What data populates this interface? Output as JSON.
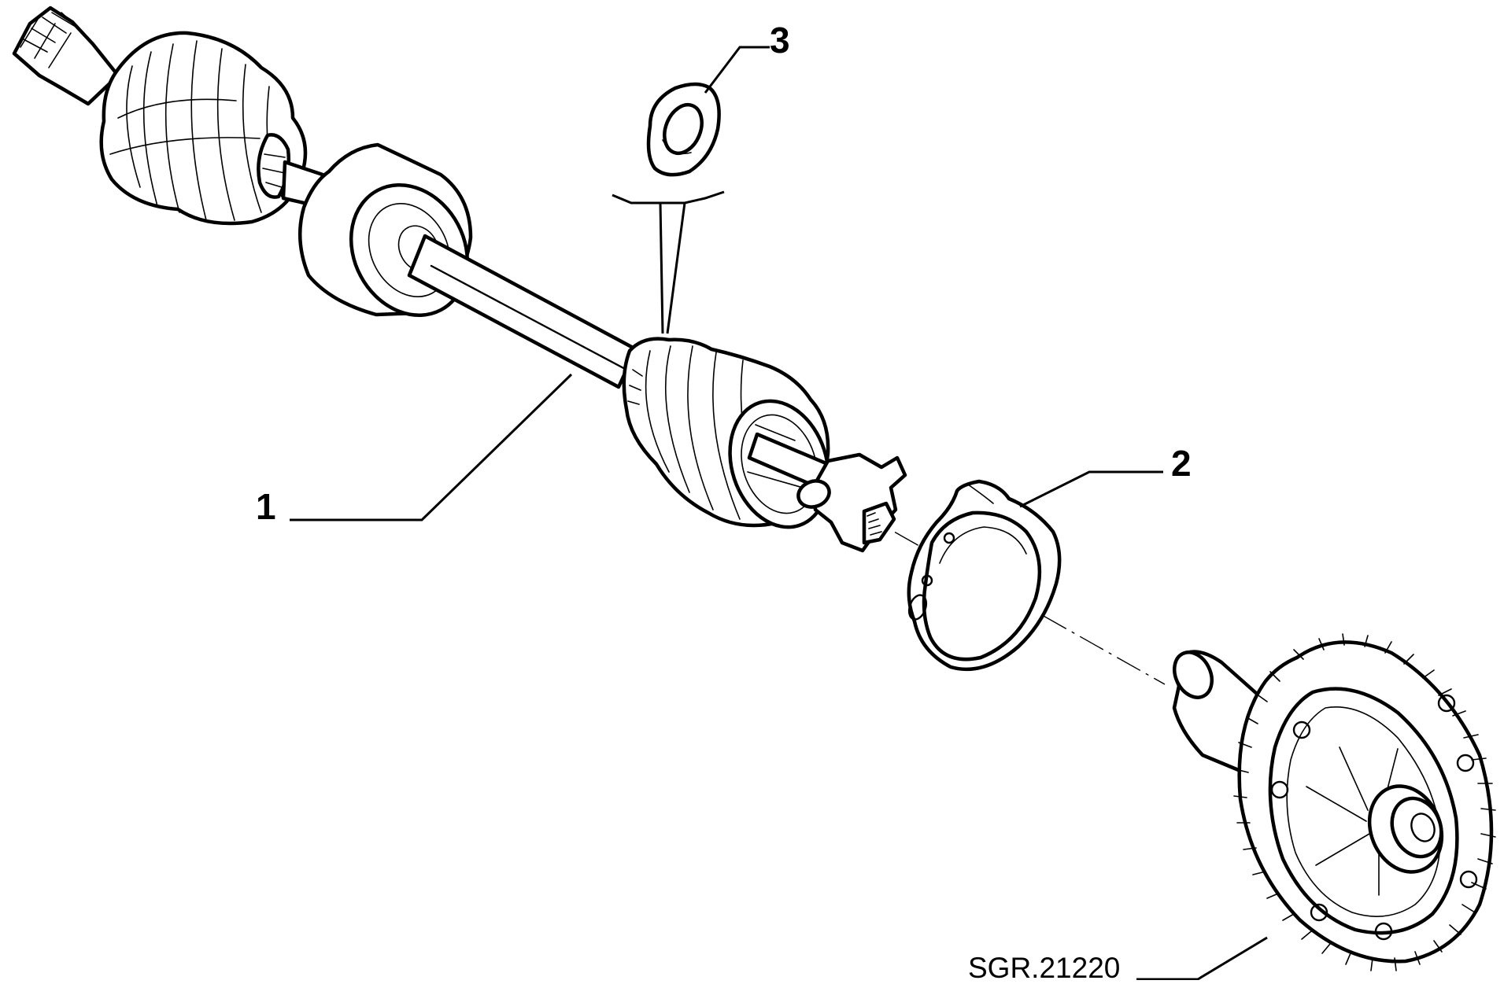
{
  "callouts": {
    "part_1": "1",
    "part_2": "2",
    "part_3": "3"
  },
  "reference_code": "SGR.21220",
  "colors": {
    "line": "#000000",
    "background": "#ffffff"
  }
}
